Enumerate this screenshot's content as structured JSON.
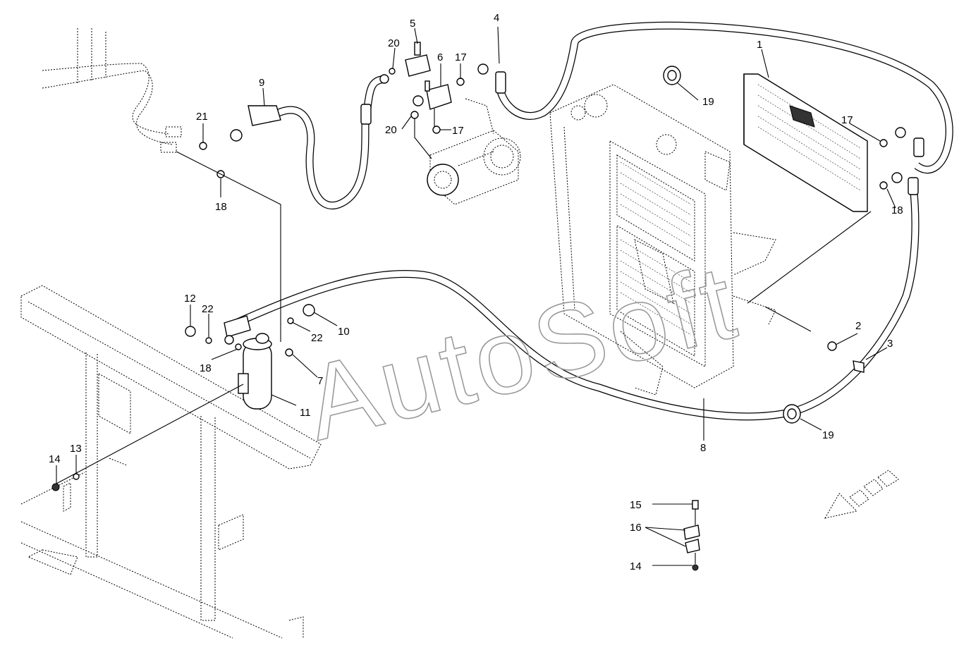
{
  "watermark": "AutoSoft",
  "callouts": {
    "c1": "1",
    "c2": "2",
    "c3": "3",
    "c4": "4",
    "c5": "5",
    "c6": "6",
    "c7": "7",
    "c8": "8",
    "c9": "9",
    "c10": "10",
    "c11": "11",
    "c12": "12",
    "c13": "13",
    "c14a": "14",
    "c14b": "14",
    "c15": "15",
    "c16": "16",
    "c17a": "17",
    "c17b": "17",
    "c17c": "17",
    "c18a": "18",
    "c18b": "18",
    "c18c": "18",
    "c19a": "19",
    "c19b": "19",
    "c20a": "20",
    "c20b": "20",
    "c21": "21",
    "c22a": "22",
    "c22b": "22"
  },
  "icons": {
    "direction_arrow": "direction-arrow-icon"
  },
  "colors": {
    "line": "#000000",
    "watermark": "#9a9a9a",
    "background": "#ffffff"
  }
}
